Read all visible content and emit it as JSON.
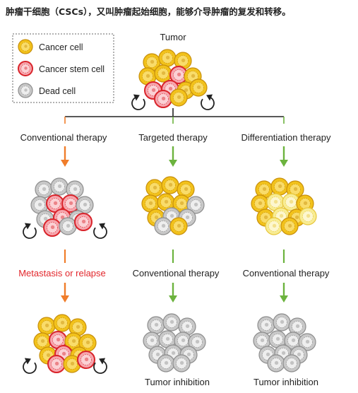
{
  "caption": "肿瘤干细胞（CSCs），又叫肿瘤起始细胞，能够介导肿瘤的复发和转移。",
  "legend": {
    "items": [
      {
        "label": "Cancer cell",
        "cell": "cancer"
      },
      {
        "label": "Cancer stem cell",
        "cell": "stem"
      },
      {
        "label": "Dead cell",
        "cell": "dead"
      }
    ]
  },
  "top": {
    "title": "Tumor"
  },
  "columns": [
    {
      "therapy": "Conventional therapy",
      "therapy_color": "#222222",
      "arrow_color": "#f07d2a",
      "stage2": "Metastasis or relapse",
      "stage2_color": "#e2262b",
      "outcome": ""
    },
    {
      "therapy": "Targeted therapy",
      "therapy_color": "#222222",
      "arrow_color": "#6cb33e",
      "stage2": "Conventional therapy",
      "stage2_color": "#222222",
      "outcome": "Tumor inhibition"
    },
    {
      "therapy": "Differentiation therapy",
      "therapy_color": "#222222",
      "arrow_color": "#6cb33e",
      "stage2": "Conventional therapy",
      "stage2_color": "#222222",
      "outcome": "Tumor inhibition"
    }
  ],
  "colors": {
    "cancer": {
      "fill": "#f2c21b",
      "inner": "#f9dc6a",
      "stroke": "#c78f0c"
    },
    "stem": {
      "fill": "#f6a6ae",
      "inner": "#fbd1d5",
      "stroke": "#d9242b"
    },
    "dead": {
      "fill": "#c8c8c8",
      "inner": "#eeeeee",
      "stroke": "#8d8d8d"
    },
    "pale": {
      "fill": "#f8ec93",
      "inner": "#fdf7cf",
      "stroke": "#e7c63b"
    },
    "tree_line": "#222222",
    "orange": "#f07d2a",
    "green": "#6cb33e",
    "red": "#e2262b"
  }
}
